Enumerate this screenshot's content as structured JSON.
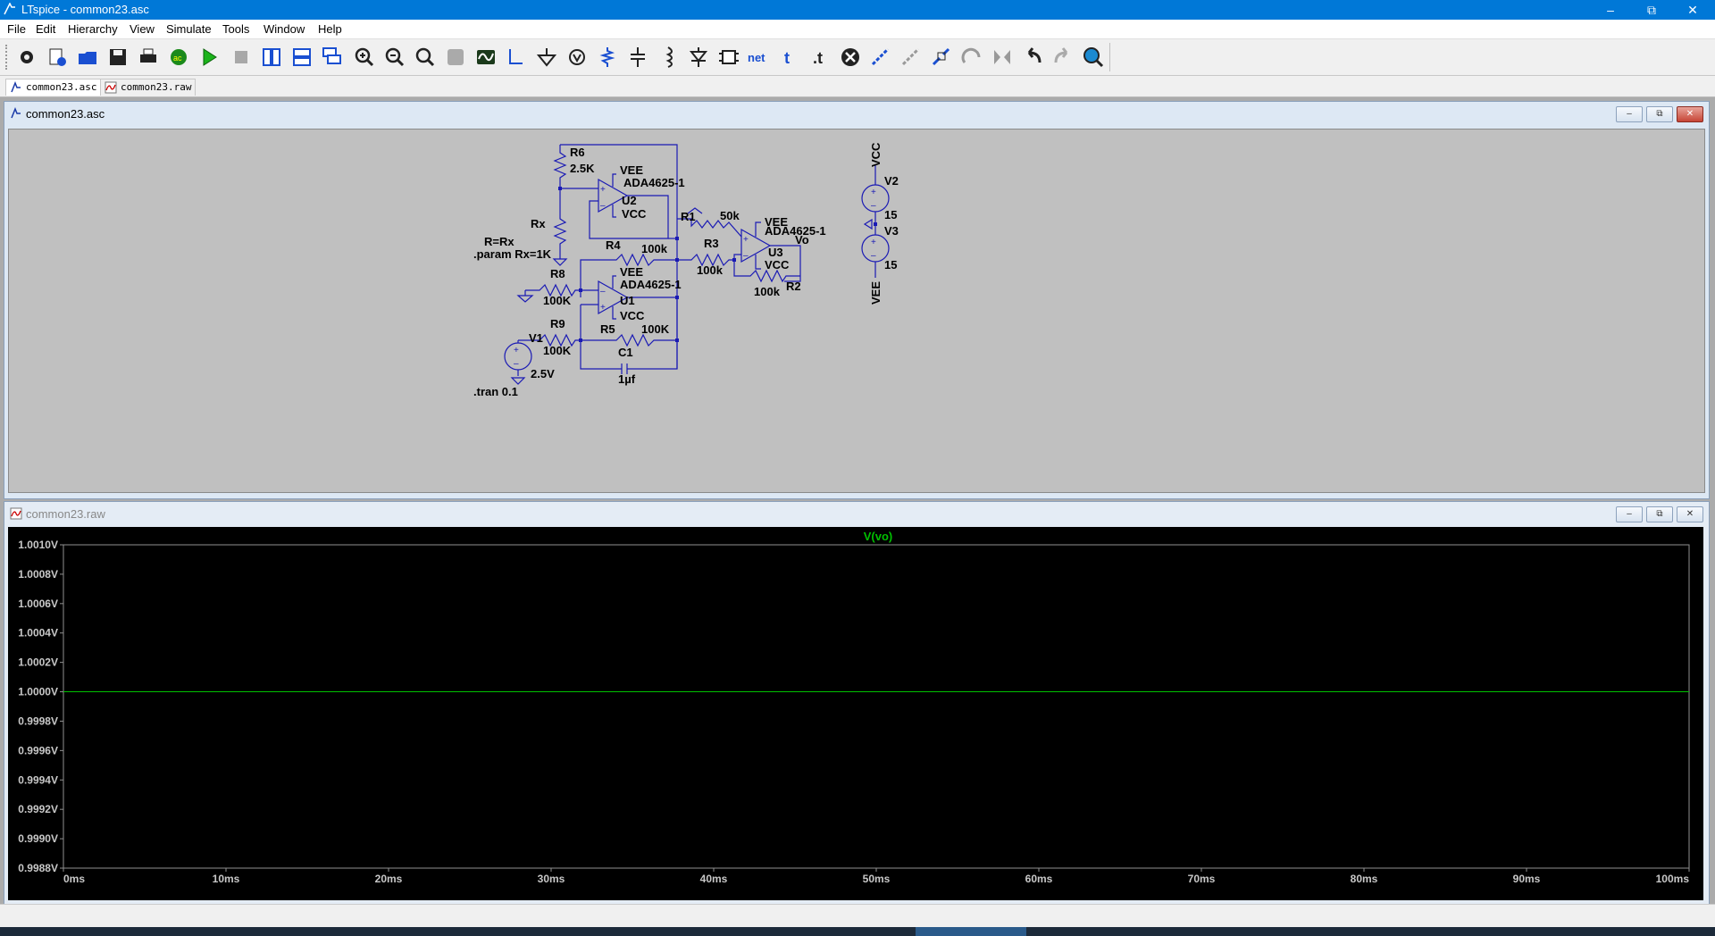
{
  "window": {
    "title": "LTspice - common23.asc"
  },
  "menu": [
    "File",
    "Edit",
    "Hierarchy",
    "View",
    "Simulate",
    "Tools",
    "Window",
    "Help"
  ],
  "toolbar_icons": [
    "settings-icon",
    "new-schematic-icon",
    "open-icon",
    "save-icon",
    "print-icon",
    "ac-analysis-icon",
    "run-icon",
    "halt-icon",
    "tile-vertical-icon",
    "tile-horizontal-icon",
    "cascade-icon",
    "zoom-in-icon",
    "zoom-out-icon",
    "zoom-fit-icon",
    "zoom-extents-icon",
    "waveform-icon",
    "wire-icon",
    "ground-icon",
    "label-icon",
    "resistor-icon",
    "capacitor-icon",
    "inductor-icon",
    "diode-icon",
    "component-icon",
    "netlist-icon",
    "text-icon",
    "spice-directive-icon",
    "delete-icon",
    "move-icon",
    "drag-icon",
    "duplicate-icon",
    "rotate-icon",
    "mirror-icon",
    "undo-icon",
    "redo-icon",
    "find-icon"
  ],
  "tabs": [
    {
      "label": "common23.asc"
    },
    {
      "label": "common23.raw"
    }
  ],
  "schematic": {
    "title": "common23.asc",
    "labels": {
      "r6": "R6",
      "r6v": "2.5K",
      "rx": "Rx",
      "rxexpr": "R=Rx",
      "param": ".param Rx=1K",
      "u2vee": "VEE",
      "u2model": "ADA4625-1",
      "u2": "U2",
      "u2vcc": "VCC",
      "r1": "R1",
      "r1v": "50k",
      "u3vee": "VEE",
      "u3model": "ADA4625-1",
      "vo": "Vo",
      "u3": "U3",
      "u3vcc": "VCC",
      "r4": "R4",
      "r4v": "100k",
      "r3": "R3",
      "r3v": "100k",
      "r2v": "100k",
      "r2": "R2",
      "r8": "R8",
      "r8v": "100K",
      "u1vee": "VEE",
      "u1model": "ADA4625-1",
      "u1": "U1",
      "u1vcc": "VCC",
      "r9": "R9",
      "r9v": "100K",
      "v1": "V1",
      "v1v": "2.5V",
      "r5": "R5",
      "r5v": "100K",
      "c1": "C1",
      "c1v": "1µf",
      "tran": ".tran 0.1",
      "vcc": "VCC",
      "v2": "V2",
      "v2v": "15",
      "v3": "V3",
      "v3v": "15",
      "vee": "VEE"
    }
  },
  "waveform": {
    "title": "common23.raw"
  },
  "chart_data": {
    "type": "line",
    "series": [
      {
        "name": "V(vo)",
        "x": [
          0,
          100
        ],
        "y": [
          1.0,
          1.0
        ],
        "color": "#00c000"
      }
    ],
    "xlim": [
      0,
      100
    ],
    "ylim": [
      0.9988,
      1.001
    ],
    "xticks": [
      "0ms",
      "10ms",
      "20ms",
      "30ms",
      "40ms",
      "50ms",
      "60ms",
      "70ms",
      "80ms",
      "90ms",
      "100ms"
    ],
    "yticks": [
      "1.0010V",
      "1.0008V",
      "1.0006V",
      "1.0004V",
      "1.0002V",
      "1.0000V",
      "0.9998V",
      "0.9996V",
      "0.9994V",
      "0.9992V",
      "0.9990V",
      "0.9988V"
    ],
    "grid": false,
    "title_color": "#00c000"
  }
}
